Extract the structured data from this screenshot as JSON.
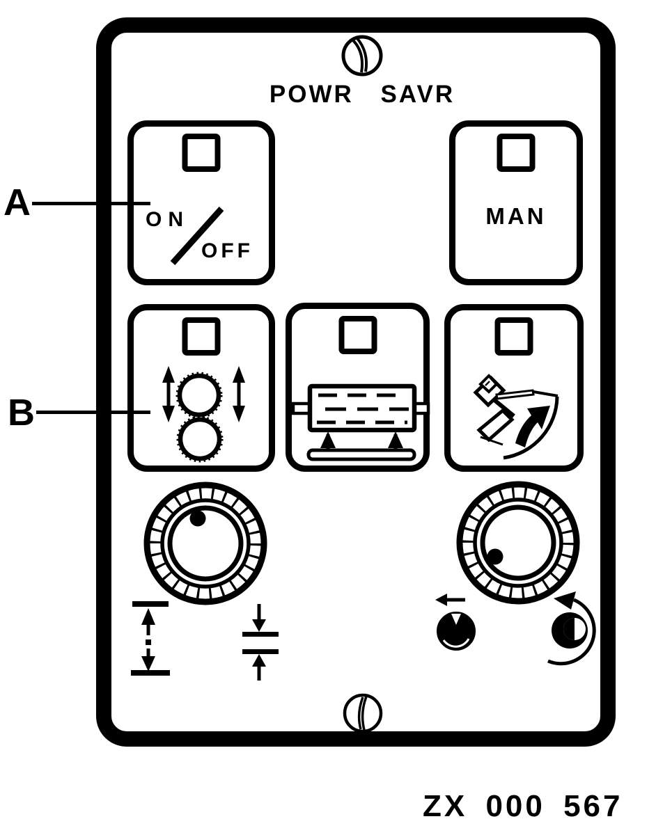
{
  "panel": {
    "title": "POWR SAVR",
    "buttons": {
      "on_off": {
        "on": "ON",
        "off": "OFF"
      },
      "man": "MAN"
    }
  },
  "callouts": {
    "a": "A",
    "b": "B"
  },
  "part_number": "ZX 000 567",
  "colors": {
    "ink": "#000000",
    "background": "#ffffff"
  },
  "icons": {
    "top_screw": "screw-icon",
    "bottom_screw": "screw-icon",
    "indicator_square": "indicator-square",
    "rollers_button_icon": "rollers-up-down-icon",
    "drum_lift_button_icon": "drum-lift-icon",
    "arm_tilt_button_icon": "arm-tilt-rotate-icon",
    "left_knob": "knurled-knob",
    "right_knob": "knurled-knob",
    "gap_range_symbol": "vertical-gap-range-icon",
    "thickness_symbol": "thickness-gap-icon",
    "small_left_knob": "slotted-knob",
    "small_right_knob": "rotate-knob"
  }
}
